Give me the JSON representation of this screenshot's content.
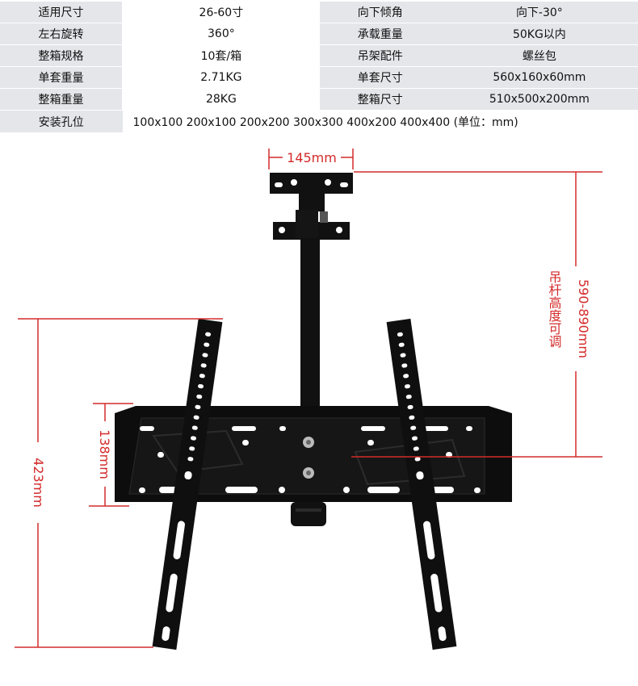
{
  "specs": {
    "rows": [
      {
        "k1": "适用尺寸",
        "v1": "26-60寸",
        "k2": "向下倾角",
        "v2": "向下-30°"
      },
      {
        "k1": "左右旋转",
        "v1": "360°",
        "k2": "承载重量",
        "v2": "50KG以内"
      },
      {
        "k1": "整箱规格",
        "v1": "10套/箱",
        "k2": "吊架配件",
        "v2": "螺丝包"
      },
      {
        "k1": "单套重量",
        "v1": "2.71KG",
        "k2": "单套尺寸",
        "v2": "560x160x60mm"
      },
      {
        "k1": "整箱重量",
        "v1": "28KG",
        "k2": "整箱尺寸",
        "v2": "510x500x200mm"
      }
    ],
    "holes_label": "安装孔位",
    "holes_value": "100x100   200x100   200x200   300x300   400x200   400x400 (单位：mm)"
  },
  "dimensions": {
    "top_width": "145mm",
    "pole_height": "590-890mm",
    "pole_note": "吊杆高度可调",
    "total_height": "423mm",
    "tray_height": "138mm"
  },
  "colors": {
    "accent_red": "#d42b2b",
    "cell_grey": "#e4e6ea",
    "metal": "#111111"
  }
}
